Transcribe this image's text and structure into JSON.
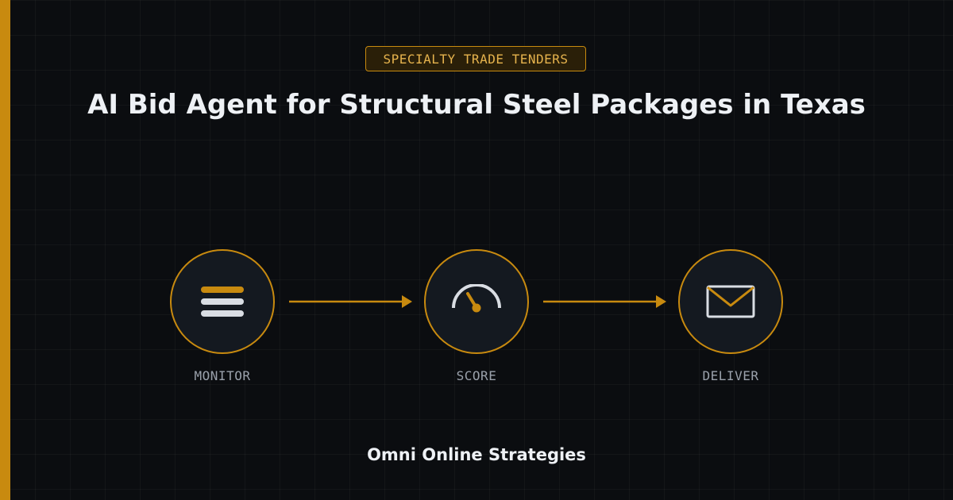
{
  "badge": {
    "label": "SPECIALTY TRADE TENDERS"
  },
  "title": "AI Bid Agent for Structural Steel Packages in Texas",
  "steps": [
    {
      "label": "MONITOR",
      "icon": "list-icon"
    },
    {
      "label": "SCORE",
      "icon": "gauge-icon"
    },
    {
      "label": "DELIVER",
      "icon": "envelope-icon"
    }
  ],
  "footer": {
    "brand": "Omni Online Strategies"
  },
  "colors": {
    "accent": "#c88a0f",
    "background": "#0b0d10",
    "node_fill": "#141920",
    "icon_light": "#d9dde3",
    "badge_text": "#e6b34d"
  }
}
